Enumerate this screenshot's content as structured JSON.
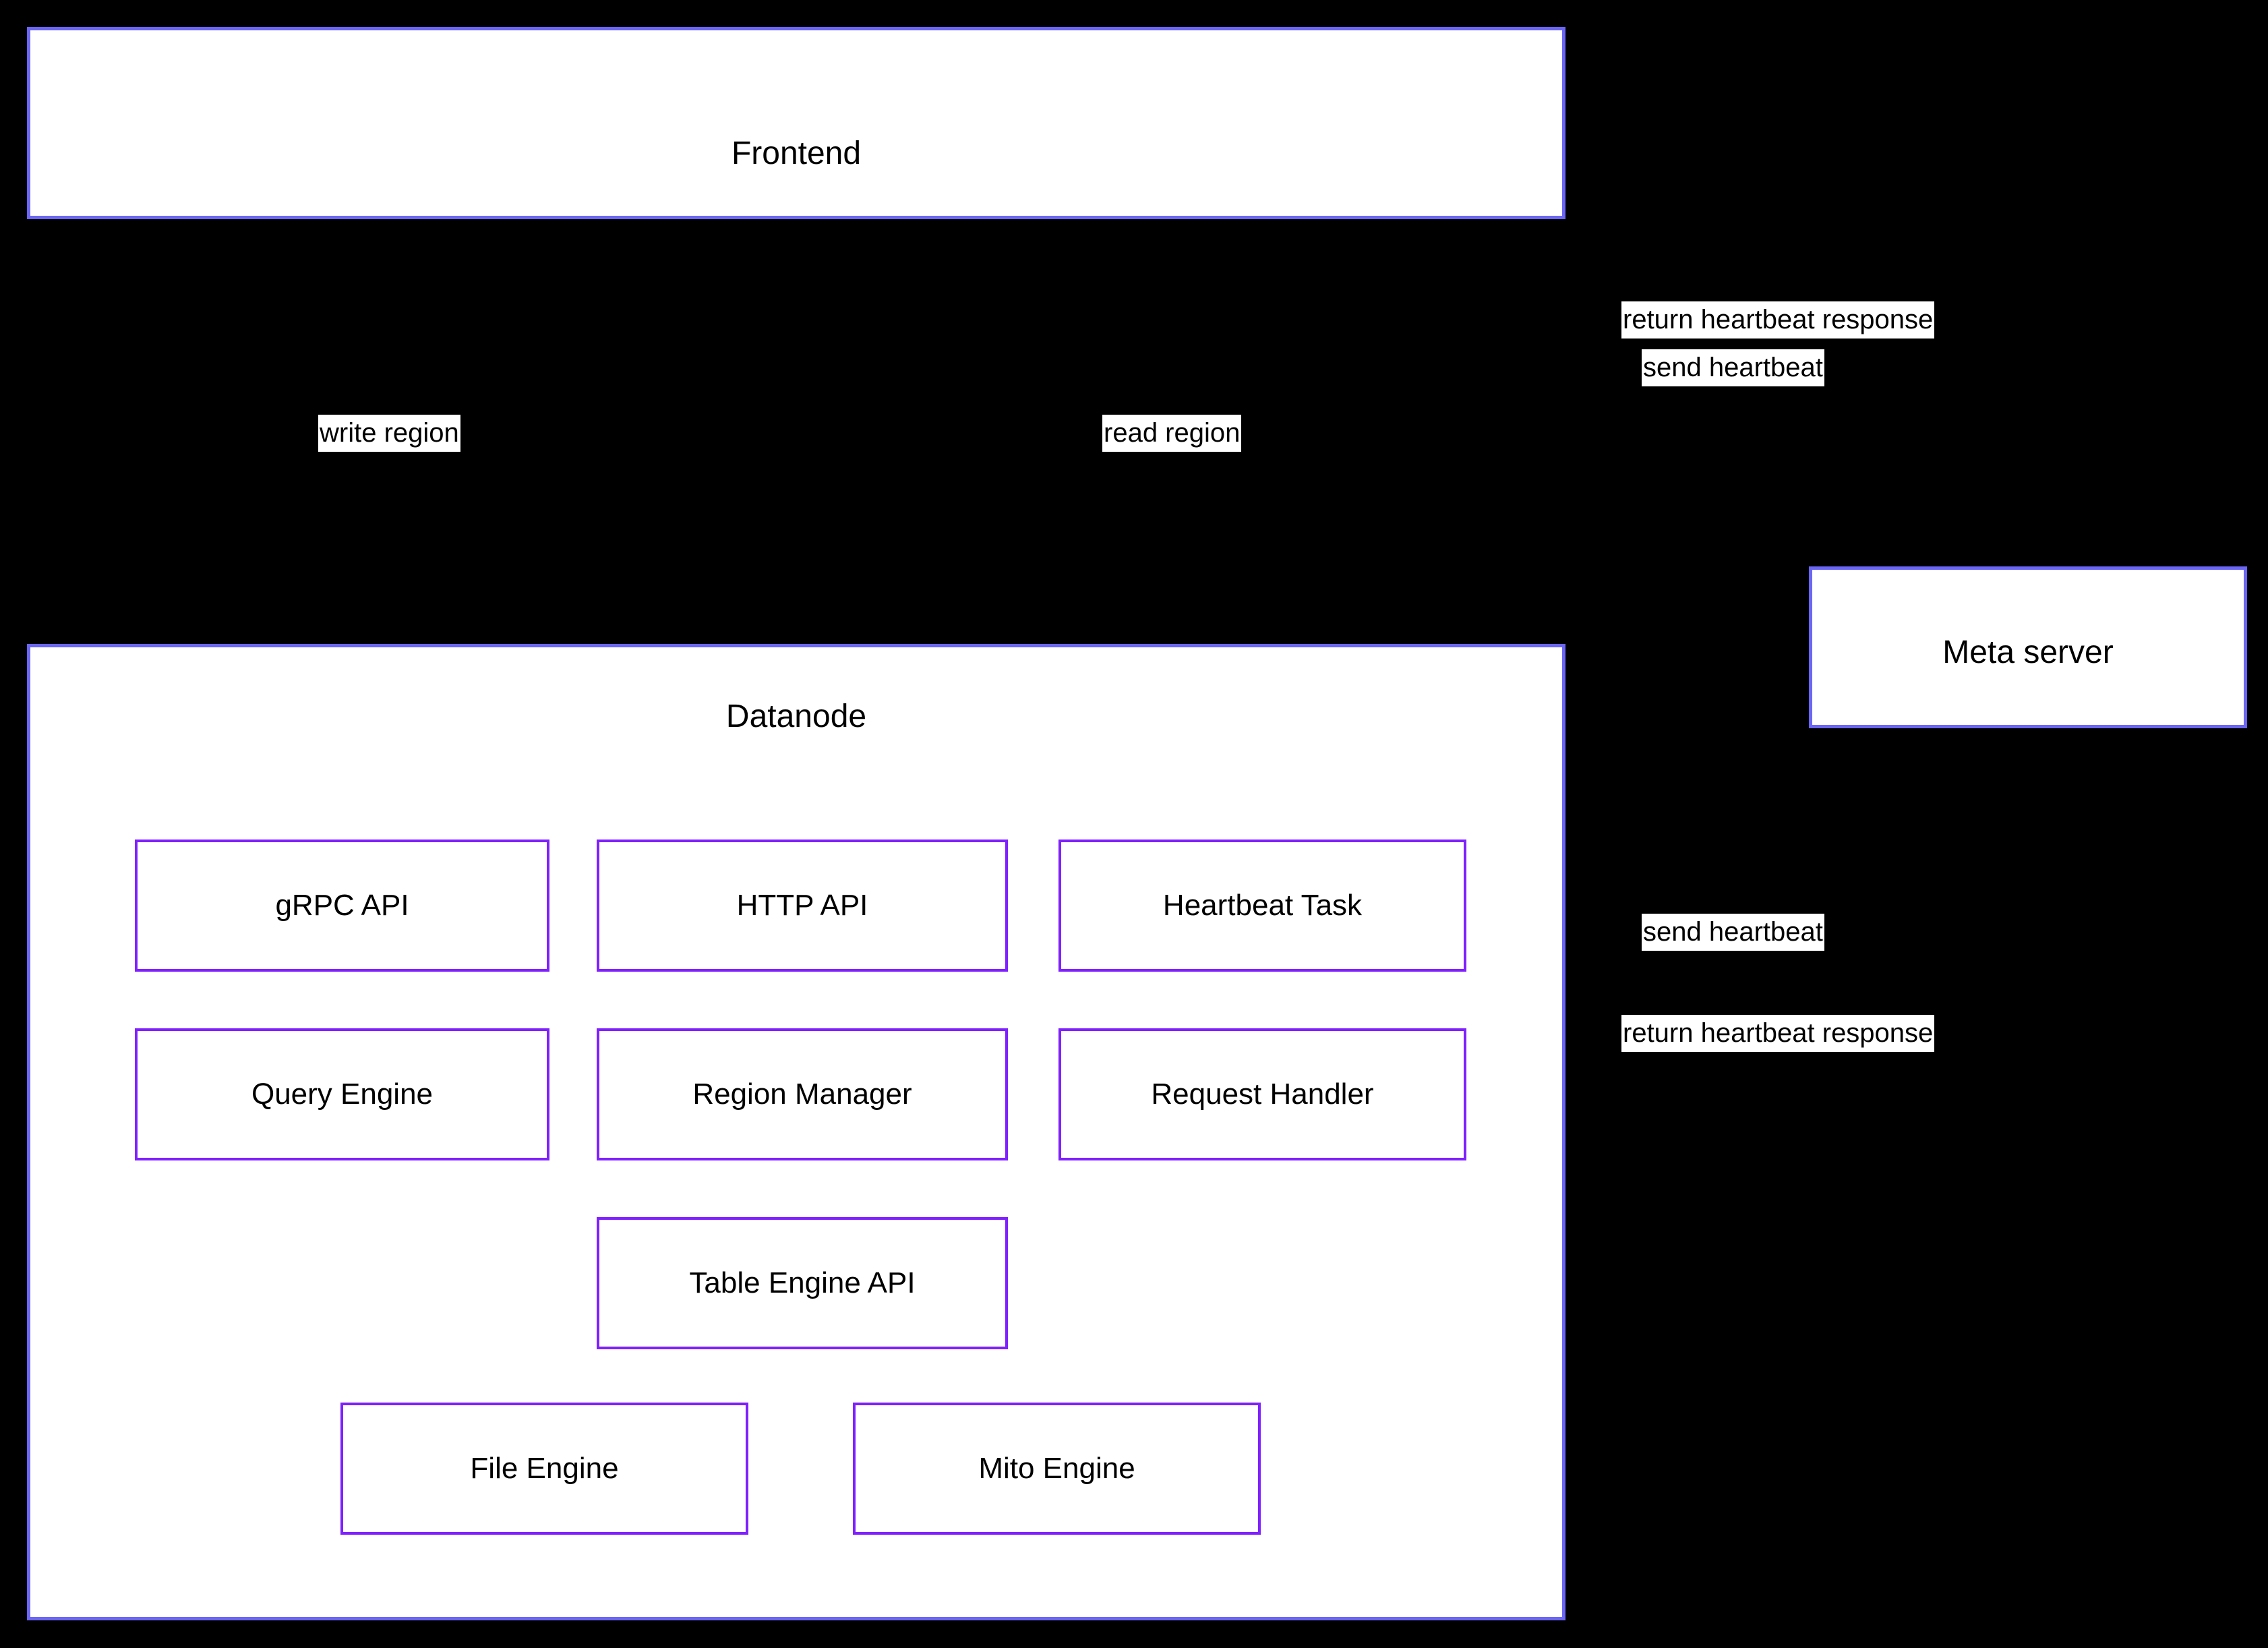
{
  "diagram": {
    "background_color": "#000000",
    "node_fill": "#ffffff",
    "outer_border_color": "#6b66f5",
    "inner_border_color": "#8020ff",
    "text_color": "#000000",
    "edge_color": "#000000"
  },
  "nodes": {
    "frontend": {
      "title": "Frontend"
    },
    "datanode": {
      "title": "Datanode"
    },
    "meta_server": {
      "title": "Meta server"
    }
  },
  "datanode_components": [
    {
      "label": "gRPC API"
    },
    {
      "label": "HTTP API"
    },
    {
      "label": "Heartbeat Task"
    },
    {
      "label": "Query Engine"
    },
    {
      "label": "Region Manager"
    },
    {
      "label": "Request Handler"
    },
    {
      "label": "Table Engine API"
    },
    {
      "label": "File Engine"
    },
    {
      "label": "Mito Engine"
    }
  ],
  "edge_labels": {
    "write_region": "write region",
    "read_region": "read region",
    "frontend_return_heartbeat_response": "return heartbeat response",
    "frontend_send_heartbeat": "send heartbeat",
    "datanode_send_heartbeat": "send heartbeat",
    "datanode_return_heartbeat_response": "return heartbeat response"
  }
}
